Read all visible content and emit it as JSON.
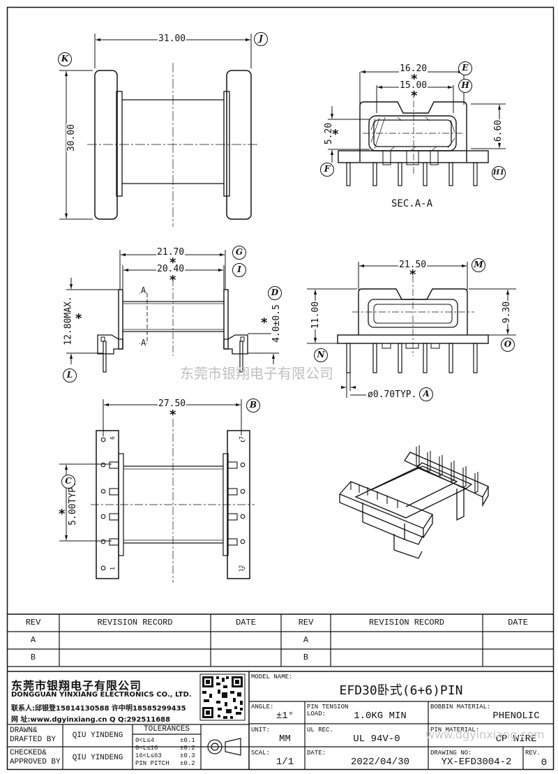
{
  "drawing": {
    "dims": {
      "d31": "31.00",
      "d30": "30.00",
      "d16_20": "16.20",
      "d15_00": "15.00",
      "d5_20": "5.20",
      "d6_60": "6.60",
      "sec": "SEC.A-A",
      "d21_70": "21.70",
      "d20_40": "20.40",
      "d12_80": "12.80MAX.",
      "d4_0": "4.0±0.5",
      "d21_50": "21.50",
      "d11_00": "11.00",
      "d9_30": "9.30",
      "d0_70": "ø0.70TYP.",
      "d27_50": "27.50",
      "d5_00": "5.00TYP.",
      "secA1": "A",
      "secA2": "A",
      "pin6": "6",
      "pin7": "7",
      "pin1": "1",
      "pin12": "12"
    },
    "balloons": {
      "J": "J",
      "K": "K",
      "E": "E",
      "H": "H",
      "F": "F",
      "H1": "H1",
      "G": "G",
      "I": "I",
      "D": "D",
      "L": "L",
      "M": "M",
      "N": "N",
      "O": "O",
      "A": "A",
      "B": "B",
      "C": "C"
    },
    "critical_mark": "*",
    "watermark": "东莞市银翔电子有限公司"
  },
  "revision_table": {
    "headers": [
      "REV",
      "REVISION RECORD",
      "DATE",
      "REV",
      "REVISION RECORD",
      "DATE"
    ],
    "rows": [
      [
        "A",
        "",
        "",
        "A",
        "",
        ""
      ],
      [
        "B",
        "",
        "",
        "B",
        "",
        ""
      ]
    ]
  },
  "title_block": {
    "company_cn": "东莞市银翔电子有限公司",
    "company_en": "DONGGUAN YINXIANG ELECTRONICS CO., LTD.",
    "contact1": "联系人:邱银登15814130588 许中明18585299435",
    "contact2": "网  址:www.dgyinxiang.cn    Q  Q:292511688",
    "model_label": "MODEL NAME:",
    "model_value": "EFD30卧式(6+6)PIN",
    "angle_label": "ANGLE:",
    "angle_value": "±1°",
    "pin_tension_label": "PIN TENSION LOAD:",
    "pin_tension_value": "1.0KG MIN",
    "bobbin_label": "BOBBIN MATERIAL:",
    "bobbin_value": "PHENOLIC",
    "drawn_label": "DRAWN& DRAFTED BY",
    "drawn_value": "QIU YINDENG",
    "checked_label": "CHECKED& APPROVED BY",
    "checked_value": "QIU YINDENG",
    "tolerances_label": "TOLERANCES",
    "tolerances": [
      [
        "0<L≤4",
        "±0.1"
      ],
      [
        "0<L≤16",
        "±0.2"
      ],
      [
        "16<L≤63",
        "±0.3"
      ],
      [
        "PIN PITCH",
        "±0.2"
      ]
    ],
    "unit_label": "UNIT:",
    "unit_value": "MM",
    "ul_label": "UL REC.",
    "ul_value": "UL 94V-0",
    "pin_material_label": "PIN MATERIAL:",
    "pin_material_value": "CP WIRE",
    "scale_label": "SCAL:",
    "scale_value": "1/1",
    "date_label": "DATE:",
    "date_value": "2022/04/30",
    "drawing_no_label": "DRAWING NO:",
    "drawing_no_value": "YX-EFD3004-2",
    "rev_label": "REV.",
    "rev_value": "0",
    "watermark_url": "www.dgyinxiang.com"
  }
}
